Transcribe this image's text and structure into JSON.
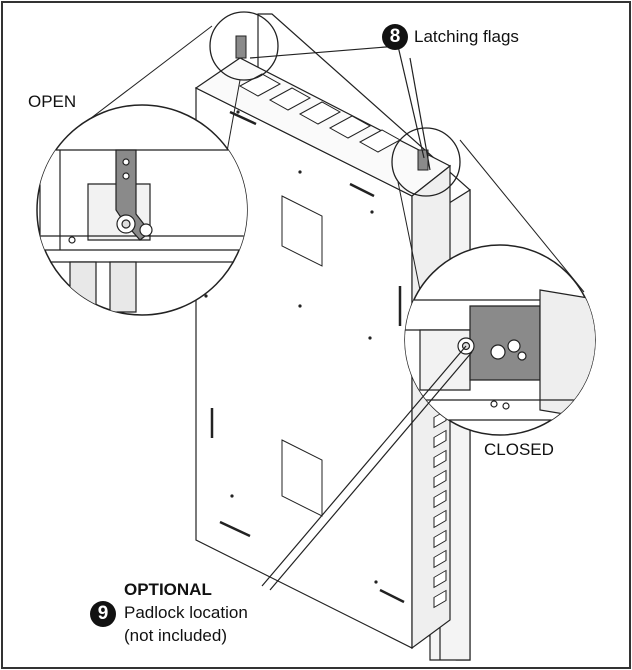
{
  "labels": {
    "callout_8_number": "8",
    "latching_flags": "Latching flags",
    "open": "OPEN",
    "closed": "CLOSED",
    "optional": "OPTIONAL",
    "callout_9_number": "9",
    "padlock_location": "Padlock location",
    "not_included": "(not included)"
  },
  "colors": {
    "line": "#222222",
    "panel_fill": "#ffffff",
    "flag_fill": "#8a8a8a",
    "shadow_fill": "#d9d9d9",
    "frame": "#333333"
  }
}
